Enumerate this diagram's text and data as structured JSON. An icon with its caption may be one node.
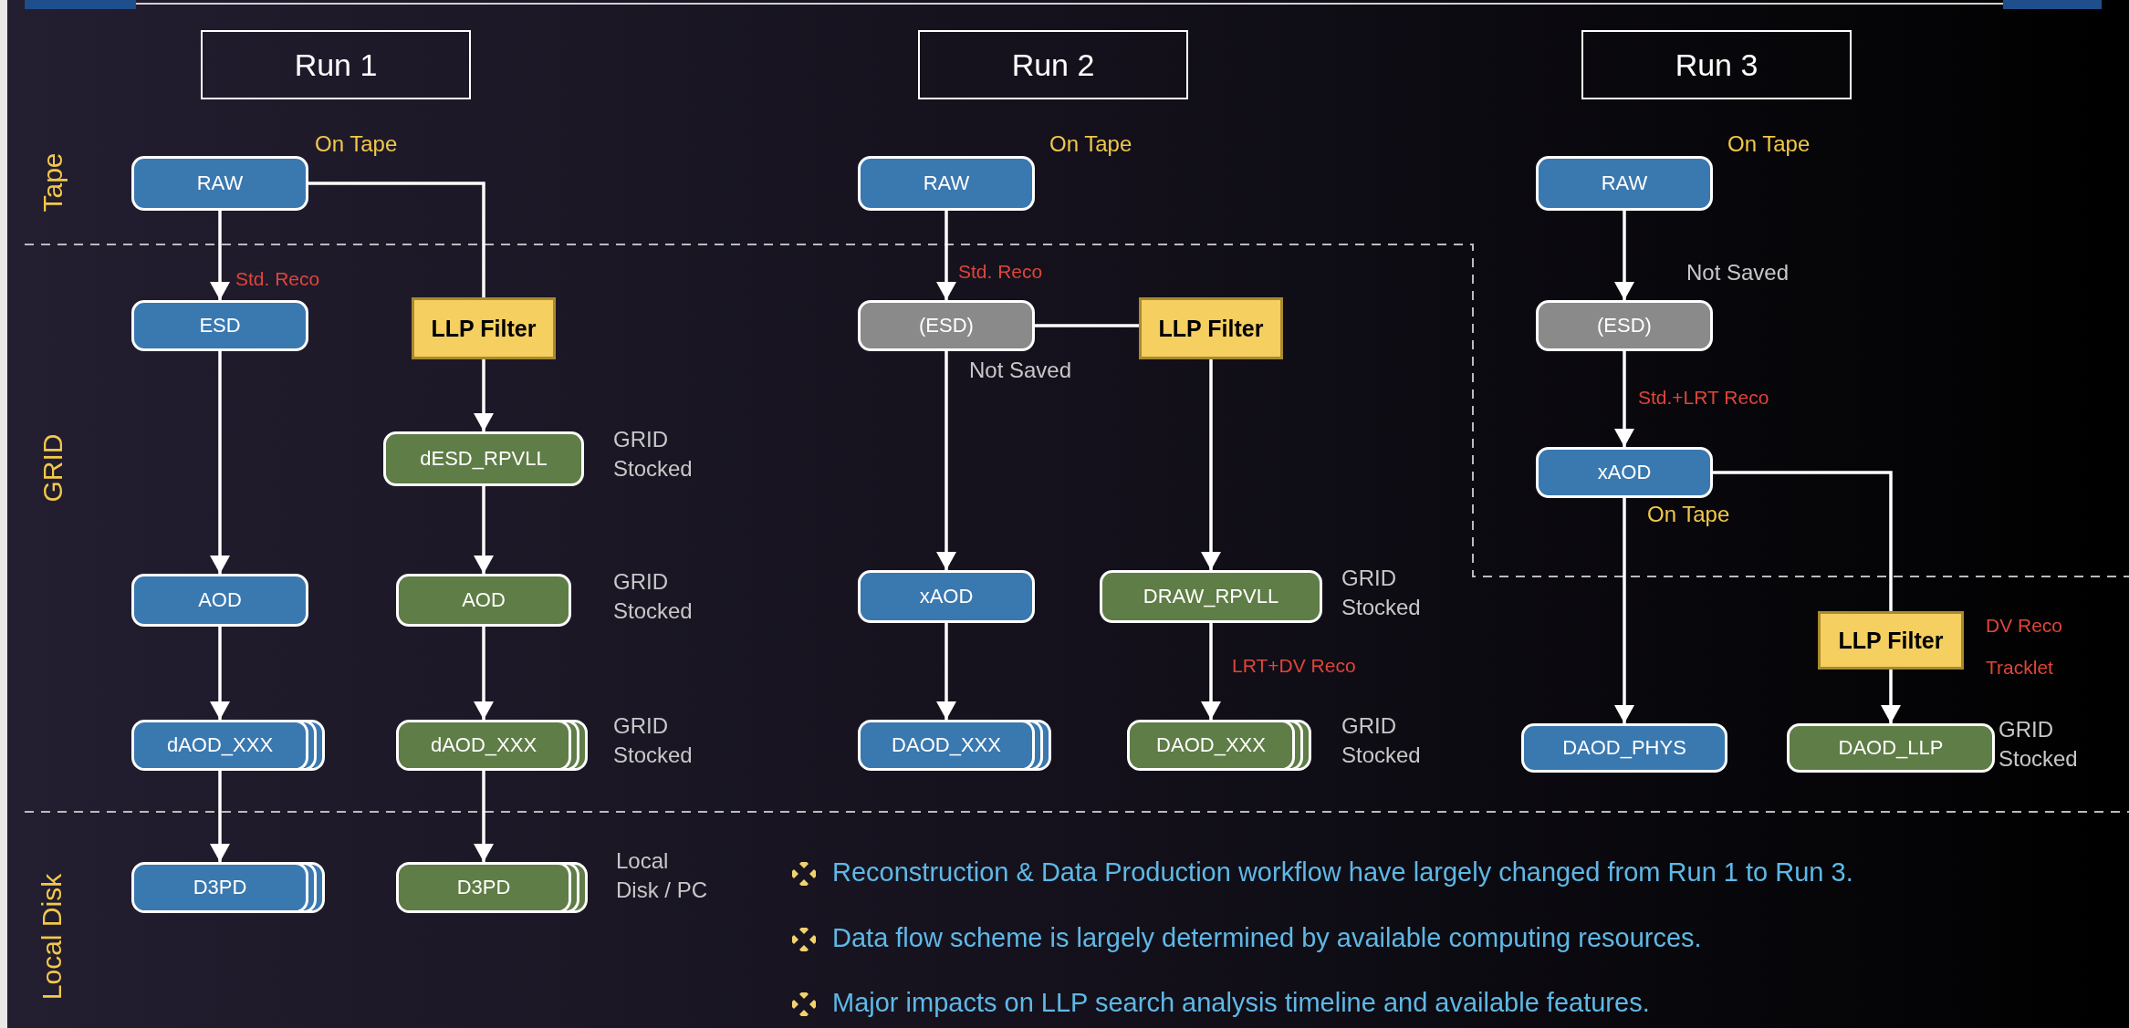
{
  "diagram": {
    "nodes": [
      {
        "text": [
          "Run 1"
        ]
      },
      {
        "text": [
          "Run 2"
        ]
      },
      {
        "text": [
          "Run 3"
        ]
      },
      {
        "text": [
          "RAW"
        ],
        "beside": [
          "On Tape"
        ]
      },
      {
        "text": [
          "ESD"
        ]
      },
      {
        "text": [
          "LLP Filter"
        ]
      },
      {
        "text": [
          "dESD_RPVLL"
        ],
        "beside": [
          "GRID Stocked"
        ]
      },
      {
        "text": [
          "AOD"
        ]
      },
      {
        "text": [
          "AOD"
        ],
        "beside": [
          "GRID Stocked"
        ]
      },
      {
        "text": [
          "dAOD_XXX"
        ]
      },
      {
        "text": [
          "dAOD_XXX"
        ],
        "beside": [
          "GRID Stocked"
        ]
      },
      {
        "text": [
          "D3PD"
        ]
      },
      {
        "text": [
          "D3PD"
        ],
        "beside": [
          "Local Disk / PC"
        ]
      },
      {
        "text": [
          "RAW"
        ],
        "beside": [
          "On Tape"
        ]
      },
      {
        "text": [
          "(ESD)"
        ],
        "beside": [
          "Not Saved"
        ]
      },
      {
        "text": [
          "LLP Filter"
        ]
      },
      {
        "text": [
          "xAOD"
        ]
      },
      {
        "text": [
          "DRAW_RPVLL"
        ],
        "beside": [
          "GRID Stocked"
        ]
      },
      {
        "text": [
          "DAOD_XXX"
        ]
      },
      {
        "text": [
          "DAOD_XXX"
        ],
        "beside": [
          "GRID Stocked"
        ]
      },
      {
        "text": [
          "RAW"
        ],
        "beside": [
          "On Tape"
        ]
      },
      {
        "text": [
          "(ESD)"
        ],
        "beside": [
          "Not Saved"
        ]
      },
      {
        "text": [
          "xAOD"
        ],
        "beside": [
          "On Tape"
        ]
      },
      {
        "text": [
          "LLP Filter"
        ],
        "beside": [
          "DV Reco",
          "Tracklet"
        ]
      },
      {
        "text": [
          "DAOD_PHYS"
        ]
      },
      {
        "text": [
          "DAOD_LLP"
        ],
        "beside": [
          "GRID Stocked"
        ]
      }
    ],
    "edges": [
      {
        "from": 3,
        "to": 4,
        "arrow": "to",
        "label": "Std. Reco"
      },
      {
        "from": 3,
        "to": 5,
        "arrow": "none"
      },
      {
        "from": 5,
        "to": 6,
        "arrow": "to"
      },
      {
        "from": 4,
        "to": 7,
        "arrow": "to"
      },
      {
        "from": 6,
        "to": 8,
        "arrow": "to"
      },
      {
        "from": 7,
        "to": 9,
        "arrow": "to"
      },
      {
        "from": 8,
        "to": 10,
        "arrow": "to"
      },
      {
        "from": 9,
        "to": 11,
        "arrow": "to"
      },
      {
        "from": 10,
        "to": 12,
        "arrow": "to"
      },
      {
        "from": 13,
        "to": 14,
        "arrow": "to",
        "label": "Std. Reco"
      },
      {
        "from": 14,
        "to": 15,
        "arrow": "none"
      },
      {
        "from": 15,
        "to": 17,
        "arrow": "to"
      },
      {
        "from": 14,
        "to": 16,
        "arrow": "to"
      },
      {
        "from": 16,
        "to": 18,
        "arrow": "to"
      },
      {
        "from": 17,
        "to": 19,
        "arrow": "to",
        "label": "LRT+DV Reco"
      },
      {
        "from": 20,
        "to": 21,
        "arrow": "to"
      },
      {
        "from": 21,
        "to": 22,
        "arrow": "to",
        "label": "Std.+LRT Reco"
      },
      {
        "from": 22,
        "to": 24,
        "arrow": "to"
      },
      {
        "from": 22,
        "to": 23,
        "arrow": "none"
      },
      {
        "from": 23,
        "to": 25,
        "arrow": "to"
      }
    ],
    "labels": [
      "Tape",
      "GRID",
      "Local Disk",
      "Reconstruction & Data Production workflow have largely changed from Run 1 to Run 3.",
      "Data flow scheme is largely determined by available computing resources.",
      "Major impacts on LLP search analysis timeline and available features."
    ]
  }
}
